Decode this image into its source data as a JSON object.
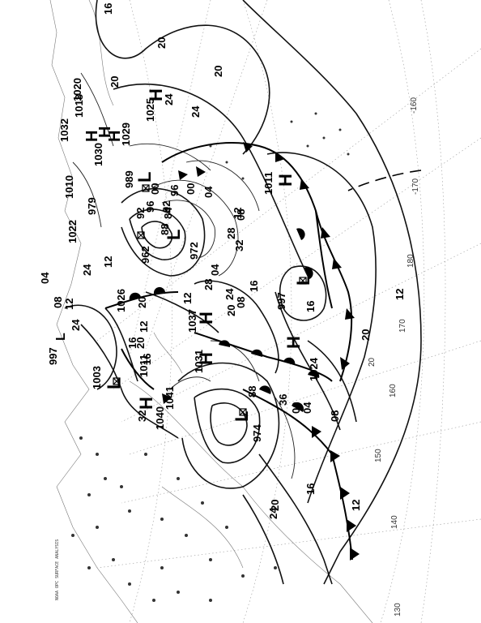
{
  "map": {
    "legend": "NOAA OPC SURFACE ANALYSIS",
    "meridians": [
      "-160",
      "-170",
      "180",
      "170",
      "160",
      "150",
      "140",
      "130"
    ],
    "lat_band": "20",
    "isobar_labels": [
      "16",
      "20",
      "20",
      "20",
      "24",
      "12",
      "12",
      "16",
      "20",
      "24",
      "08",
      "04",
      "00",
      "96",
      "92",
      "88",
      "84",
      "04",
      "08",
      "12",
      "16",
      "20",
      "24",
      "28",
      "32",
      "36",
      "00",
      "04",
      "08",
      "12",
      "16",
      "20",
      "24",
      "12",
      "08",
      "04",
      "00",
      "96",
      "92",
      "88",
      "12",
      "16",
      "20",
      "24",
      "12",
      "16",
      "20",
      "28",
      "32",
      "24"
    ],
    "centers": [
      {
        "type": "H",
        "value": "1025"
      },
      {
        "type": "H",
        "value": "1024"
      },
      {
        "type": "H",
        "value": "1011"
      },
      {
        "type": "H",
        "value": "1037"
      },
      {
        "type": "H",
        "value": "1031"
      },
      {
        "type": "H",
        "value": "1040"
      },
      {
        "type": "H",
        "value": "1041"
      },
      {
        "type": "H",
        "value": "1032"
      },
      {
        "type": "H",
        "value": "1030"
      },
      {
        "type": "H",
        "value": "1029"
      },
      {
        "type": "H",
        "value": "1018"
      },
      {
        "type": "H",
        "value": "1020"
      },
      {
        "type": "L",
        "value": "989"
      },
      {
        "type": "L",
        "value": "962"
      },
      {
        "type": "L",
        "value": "972"
      },
      {
        "type": "L",
        "value": "997"
      },
      {
        "type": "L",
        "value": "974"
      },
      {
        "type": "L",
        "value": "1003"
      },
      {
        "type": "L",
        "value": "997"
      },
      {
        "type": "L",
        "value": "1026"
      },
      {
        "type": "L",
        "value": "1022"
      },
      {
        "type": "L",
        "value": "1010"
      },
      {
        "type": "L",
        "value": "979"
      },
      {
        "type": "L",
        "value": "1011"
      }
    ]
  }
}
